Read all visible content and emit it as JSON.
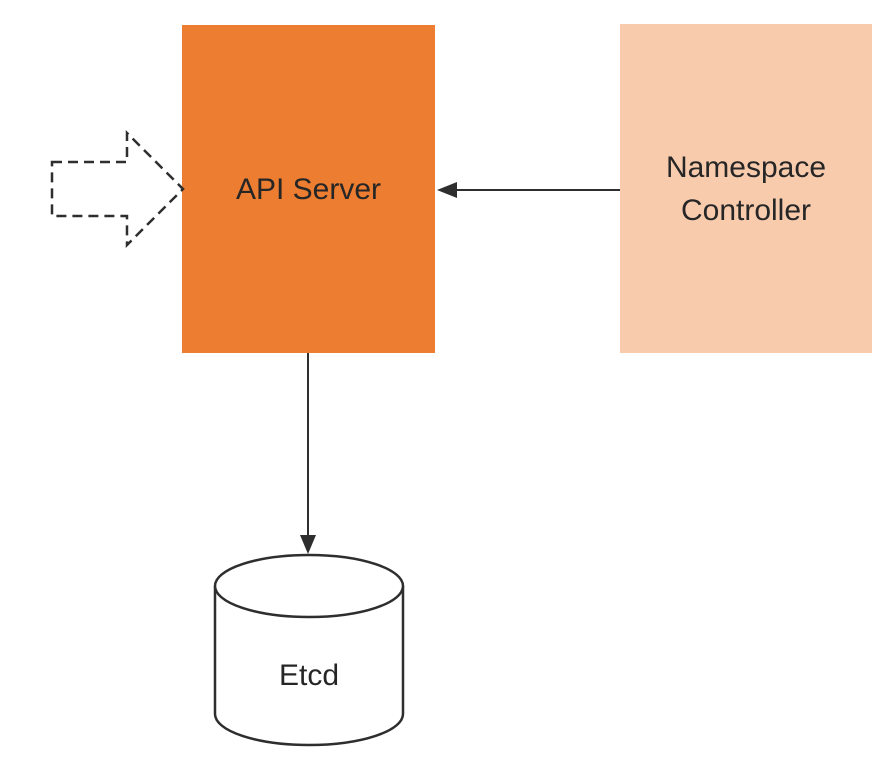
{
  "nodes": {
    "api_server": {
      "label": "API Server",
      "shape": "rectangle"
    },
    "namespace_controller": {
      "label": "Namespace Controller",
      "shape": "rectangle"
    },
    "etcd": {
      "label": "Etcd",
      "shape": "cylinder"
    }
  },
  "edges": [
    {
      "id": "namespace-controller-to-api-server",
      "from": "Namespace Controller",
      "to": "API Server",
      "style": "solid",
      "direction": "left"
    },
    {
      "id": "api-server-to-etcd",
      "from": "API Server",
      "to": "Etcd",
      "style": "solid",
      "direction": "down"
    },
    {
      "id": "external-request-to-api-server",
      "from": "",
      "to": "API Server",
      "style": "dashed-block-arrow",
      "direction": "right"
    }
  ],
  "colors": {
    "api_server_fill": "#ED7D31",
    "namespace_controller_fill": "#F8CBAD",
    "etcd_fill": "#FFFFFF",
    "stroke": "#2E2E2E",
    "text": "#262626",
    "background": "#FFFFFF"
  }
}
